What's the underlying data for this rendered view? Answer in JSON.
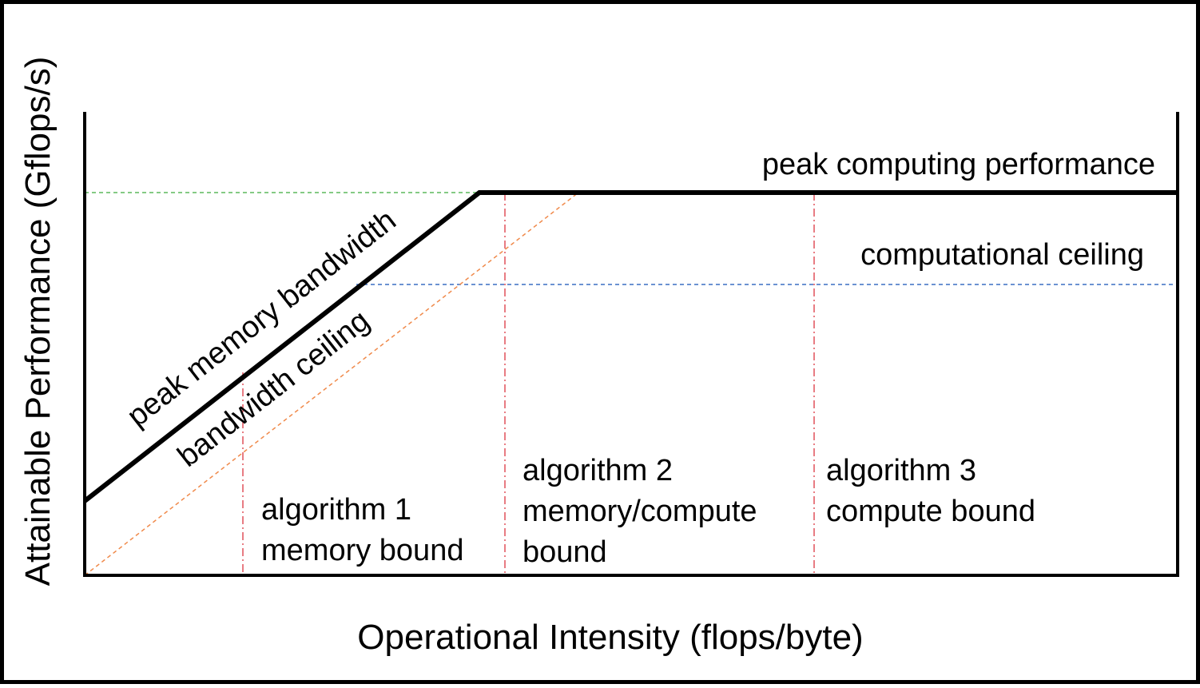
{
  "labels": {
    "x_axis": "Operational Intensity (flops/byte)",
    "y_axis": "Attainable Performance (Gflops/s)",
    "peak_compute": "peak computing performance",
    "computational_ceiling": "computational ceiling",
    "peak_memory_bandwidth": "peak memory bandwidth",
    "bandwidth_ceiling": "bandwidth ceiling"
  },
  "regions": [
    {
      "line1": "algorithm 1",
      "line2": "memory bound",
      "line3": ""
    },
    {
      "line1": "algorithm 2",
      "line2": "memory/compute",
      "line3": "bound"
    },
    {
      "line1": "algorithm 3",
      "line2": "compute bound",
      "line3": ""
    }
  ],
  "colors": {
    "axis": "#000000",
    "roofline": "#000000",
    "peak_compute_guide": "#5cb85c",
    "computational_ceiling_line": "#3a6fc4",
    "bandwidth_ceiling_line": "#f08a4b",
    "algorithm_divider": "#e0505a"
  }
}
